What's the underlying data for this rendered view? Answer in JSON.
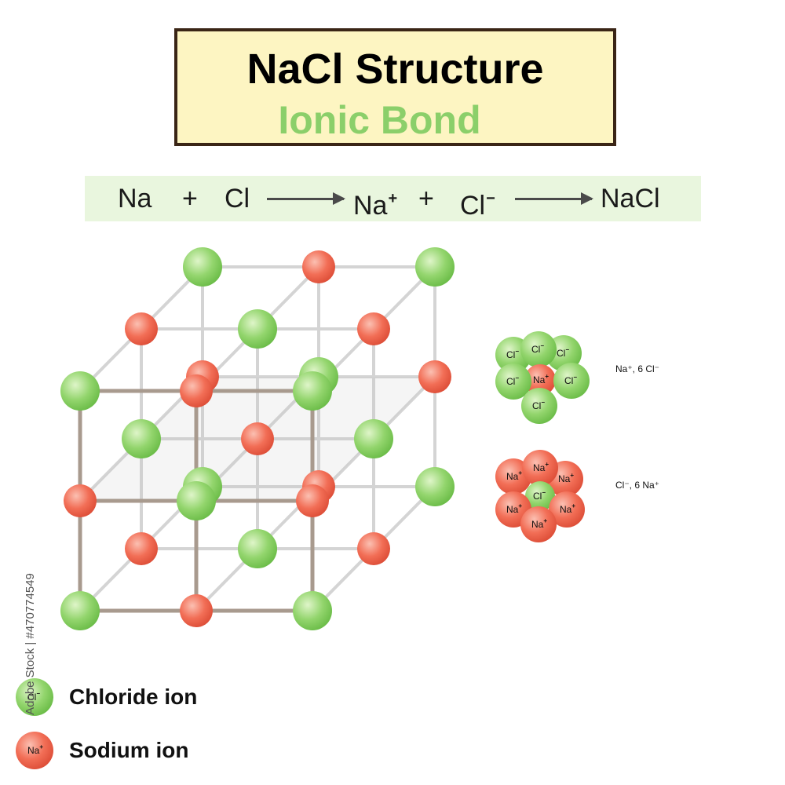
{
  "title": "NaCl Structure",
  "subtitle": "Ionic Bond",
  "equation": {
    "term1": "Na",
    "plus1": "+",
    "term2": "Cl",
    "term3": "Na",
    "term3_charge": "+",
    "plus2": "+",
    "term4": "Cl",
    "term4_charge": "−",
    "product": "NaCl"
  },
  "ions": {
    "chloride_symbol": "Cl",
    "chloride_charge": "−",
    "sodium_symbol": "Na",
    "sodium_charge": "+"
  },
  "coordination": {
    "na_center_label": "Na⁺, 6 Cl⁻",
    "cl_center_label": "Cl⁻, 6 Na⁺"
  },
  "legend": {
    "chloride": "Chloride ion",
    "sodium": "Sodium ion"
  },
  "watermark": "Adobe Stock | #470774549",
  "colors": {
    "chloride": "#8fd46c",
    "sodium": "#f26d55",
    "bond_front": "#a89a8e",
    "bond_back": "#d4d4d4",
    "title_bg": "#fdf5c2",
    "equation_bg": "#e9f6de"
  }
}
